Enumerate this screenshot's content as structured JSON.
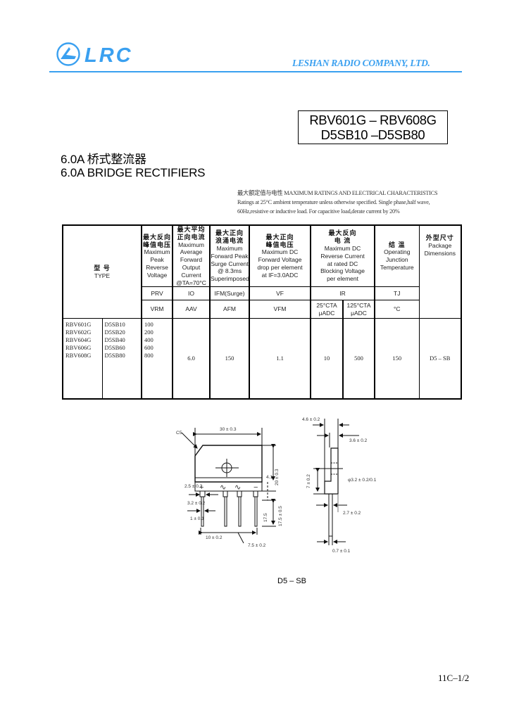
{
  "header": {
    "logo_text": "LRC",
    "company": "LESHAN RADIO COMPANY, LTD.",
    "brand_color": "#3aa0f0"
  },
  "part_numbers": {
    "line1": "RBV601G – RBV608G",
    "line2": "D5SB10 –D5SB80"
  },
  "title": {
    "cn": "6.0A 桥式整流器",
    "en": "6.0A BRIDGE RECTIFIERS"
  },
  "ratings_note": {
    "line1": "最大额定值与电性 MAXIMUM RATINGS AND ELECTRICAL CHARACTERISTICS",
    "line2": "Ratings at 25°C ambient temperature unless otherwise specified. Single phase,half wave,",
    "line3": "60Hz,resistive or inductive load. For capacitive load,derate current by 20%"
  },
  "table": {
    "type_cn": "型  号",
    "type_en": "TYPE",
    "columns": [
      {
        "cn1": "最大反向",
        "cn2": "峰值电压",
        "en": [
          "Maximum",
          "Peak",
          "Reverse",
          "Voltage"
        ],
        "symbol": "PRV",
        "unit": "VRM"
      },
      {
        "cn1": "最大平均",
        "cn2": "正向电流",
        "en": [
          "Maximum",
          "Average",
          "Forward",
          "Output",
          "Current",
          "@TA=70°C"
        ],
        "symbol": "IO",
        "unit": "AAV"
      },
      {
        "cn1": "最大正向",
        "cn2": "浪涌电流",
        "en": [
          "Maximum",
          "Forward Peak",
          "Surge Current",
          "@ 8.3ms",
          "Superimposed"
        ],
        "symbol": "IFM(Surge)",
        "unit": "AFM"
      },
      {
        "cn1": "最大正向",
        "cn2": "峰值电压",
        "en": [
          "Maximum DC",
          "Forward Voltage",
          "drop per element",
          "at IF=3.0ADC"
        ],
        "symbol": "VF",
        "unit": "VFM"
      },
      {
        "cn1": "最大反向",
        "cn2": "电  流",
        "en": [
          "Maximum DC",
          "Reverse Current",
          "at rated DC",
          "Blocking Voltage",
          "per element"
        ],
        "symbol": "IR",
        "unit_a": "25°CTA",
        "unit_a2": "μADC",
        "unit_b": "125°CTA",
        "unit_b2": "μADC"
      },
      {
        "cn1": "结  温",
        "cn2": "",
        "en": [
          "Operating",
          "Junction",
          "Temperature"
        ],
        "symbol": "TJ",
        "unit": "°C"
      },
      {
        "cn1": "外型尺寸",
        "cn2": "",
        "en": [
          "Package",
          "Dimensions"
        ],
        "symbol": "",
        "unit": ""
      }
    ],
    "types_rbv": [
      "RBV601G",
      "RBV602G",
      "RBV604G",
      "RBV606G",
      "RBV608G"
    ],
    "types_d5sb": [
      "D5SB10",
      "D5SB20",
      "D5SB40",
      "D5SB60",
      "D5SB80"
    ],
    "prv_values": [
      "100",
      "200",
      "400",
      "600",
      "800"
    ],
    "io": "6.0",
    "ifsm": "150",
    "vf": "1.1",
    "ir_25": "10",
    "ir_125": "500",
    "tj": "150",
    "package": "D5 – SB"
  },
  "diagram": {
    "front": {
      "chamfer": "C5",
      "width": "30 ± 0.3",
      "height": "20 ± 0.3",
      "pin_pitch_edge": "2.5 ± 0.2",
      "lead_top_width": "3.2 ± 0.2",
      "lead_width": "1 ± 0.1",
      "lead_span": "10 ± 0.2",
      "pin_spacing": "7.5 ± 0.2",
      "lead_len": "17.5 ± 0.5",
      "lead_len2": "17.5",
      "step": "4.1",
      "marks": [
        "+",
        "∿",
        "∿",
        "−"
      ]
    },
    "side": {
      "thickness": "4.6 ± 0.2",
      "body": "3.6 ± 0.2",
      "hole": "φ3.2 ± 0.2/0.1",
      "hole_height": "7 ± 0.2",
      "lead_offset": "2.7 ± 0.2",
      "lead_thk": "0.7 ± 0.1"
    },
    "caption": "D5 – SB"
  },
  "footer": {
    "page": "11C–1/2"
  }
}
